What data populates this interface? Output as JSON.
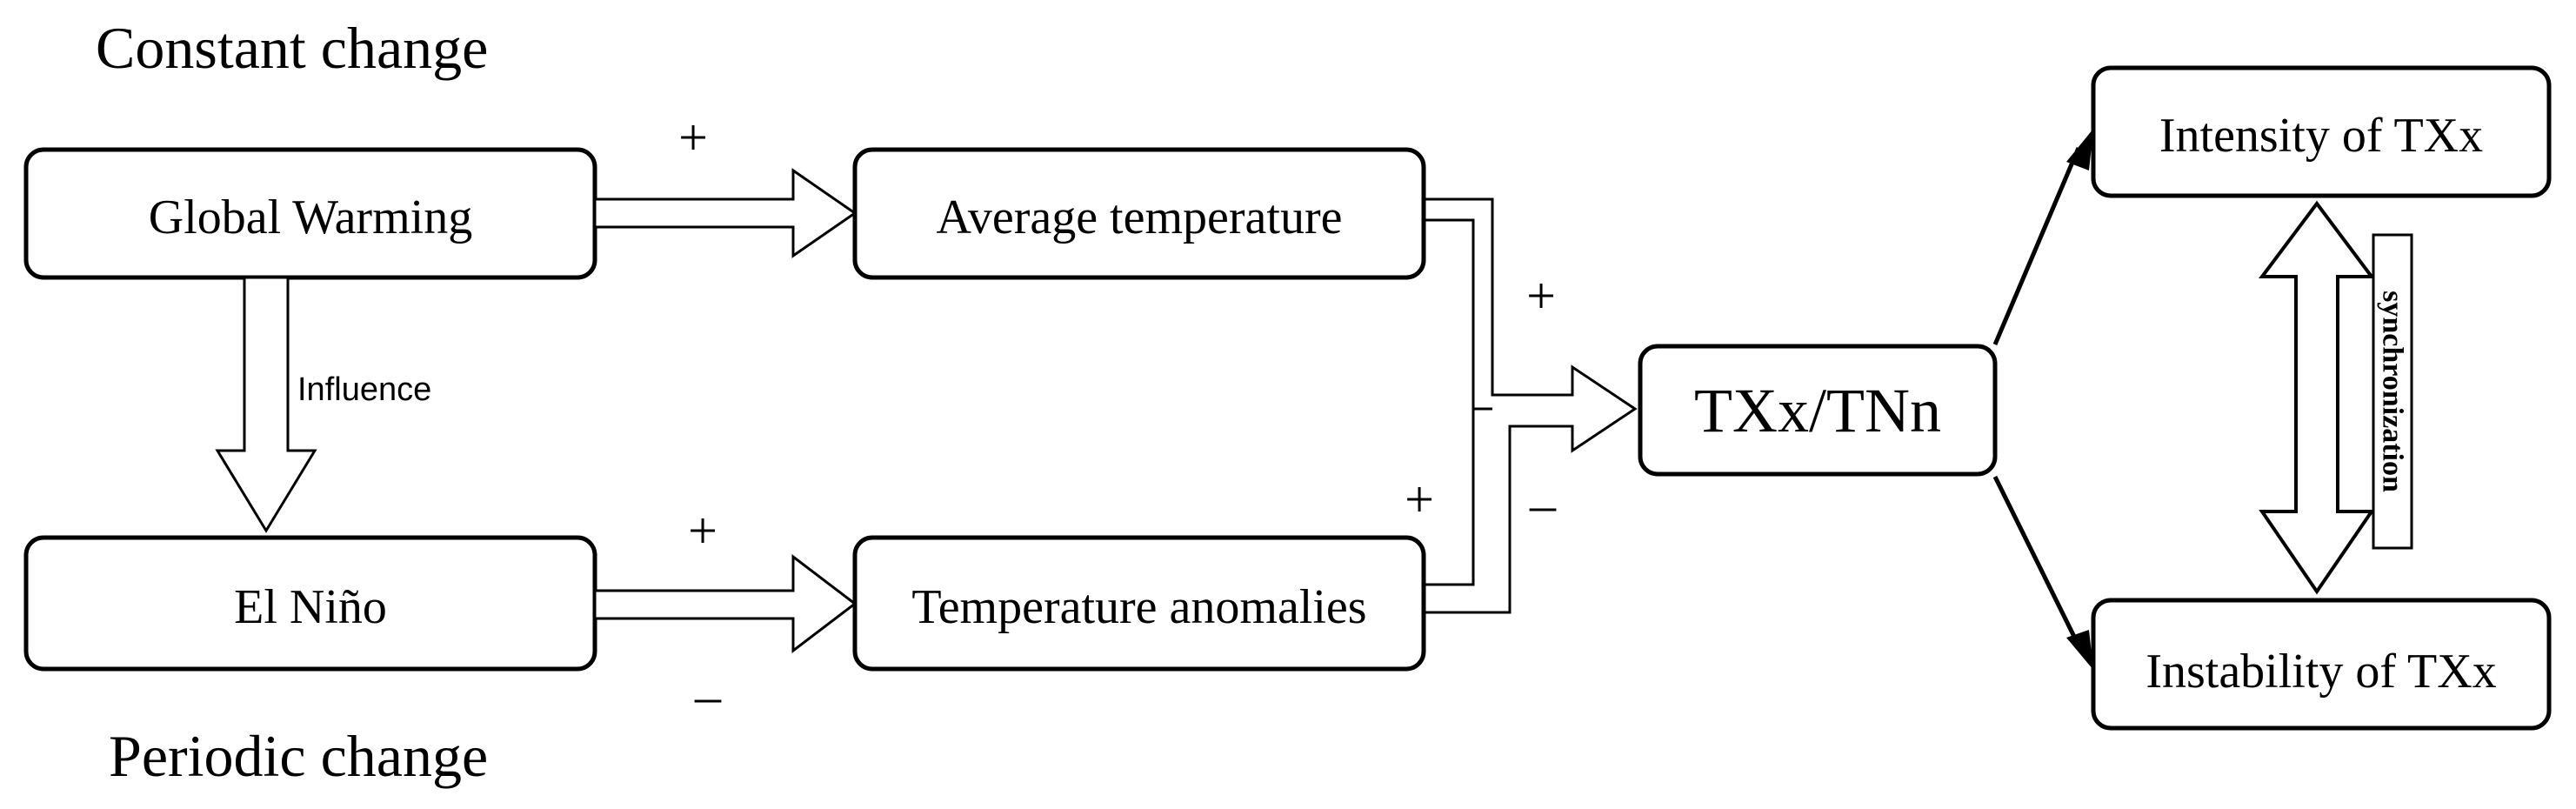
{
  "labels": {
    "constant_change": "Constant change",
    "periodic_change": "Periodic change",
    "influence": "Influence",
    "synchronization": "synchronization"
  },
  "nodes": {
    "global_warming": "Global Warming",
    "el_nino": "El Niño",
    "average_temperature": "Average temperature",
    "temperature_anomalies": "Temperature anomalies",
    "txx_tnn": "TXx/TNn",
    "intensity": "Intensity of TXx",
    "instability": "Instability of TXx"
  },
  "signs": {
    "gw_to_avg": "+",
    "nino_to_anom_plus": "+",
    "nino_to_anom_minus": "–",
    "avg_to_txx": "+",
    "anom_to_txx_plus": "+",
    "anom_to_txx_minus": "–"
  },
  "colors": {
    "stroke": "#000000",
    "background": "#ffffff"
  }
}
